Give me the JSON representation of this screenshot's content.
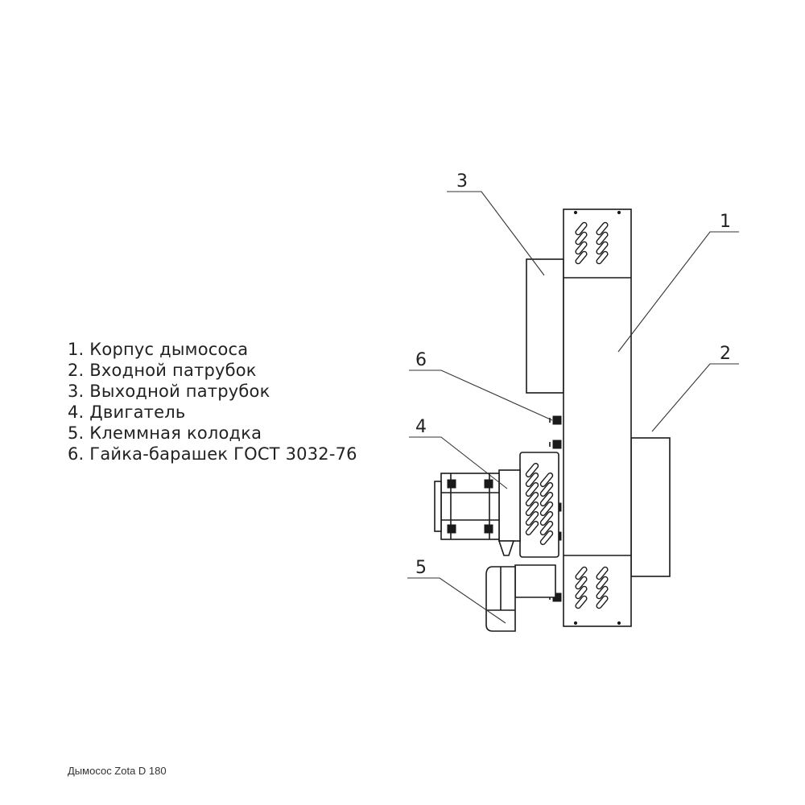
{
  "legend": [
    "1. Корпус дымососа",
    "2. Входной патрубок",
    "3. Выходной патрубок",
    "4. Двигатель",
    "5. Клеммная колодка",
    "6. Гайка-барашек ГОСТ 3032-76"
  ],
  "callouts": {
    "c1": "1",
    "c2": "2",
    "c3": "3",
    "c4": "4",
    "c5": "5",
    "c6": "6"
  },
  "caption": "Дымосос Zota D 180"
}
